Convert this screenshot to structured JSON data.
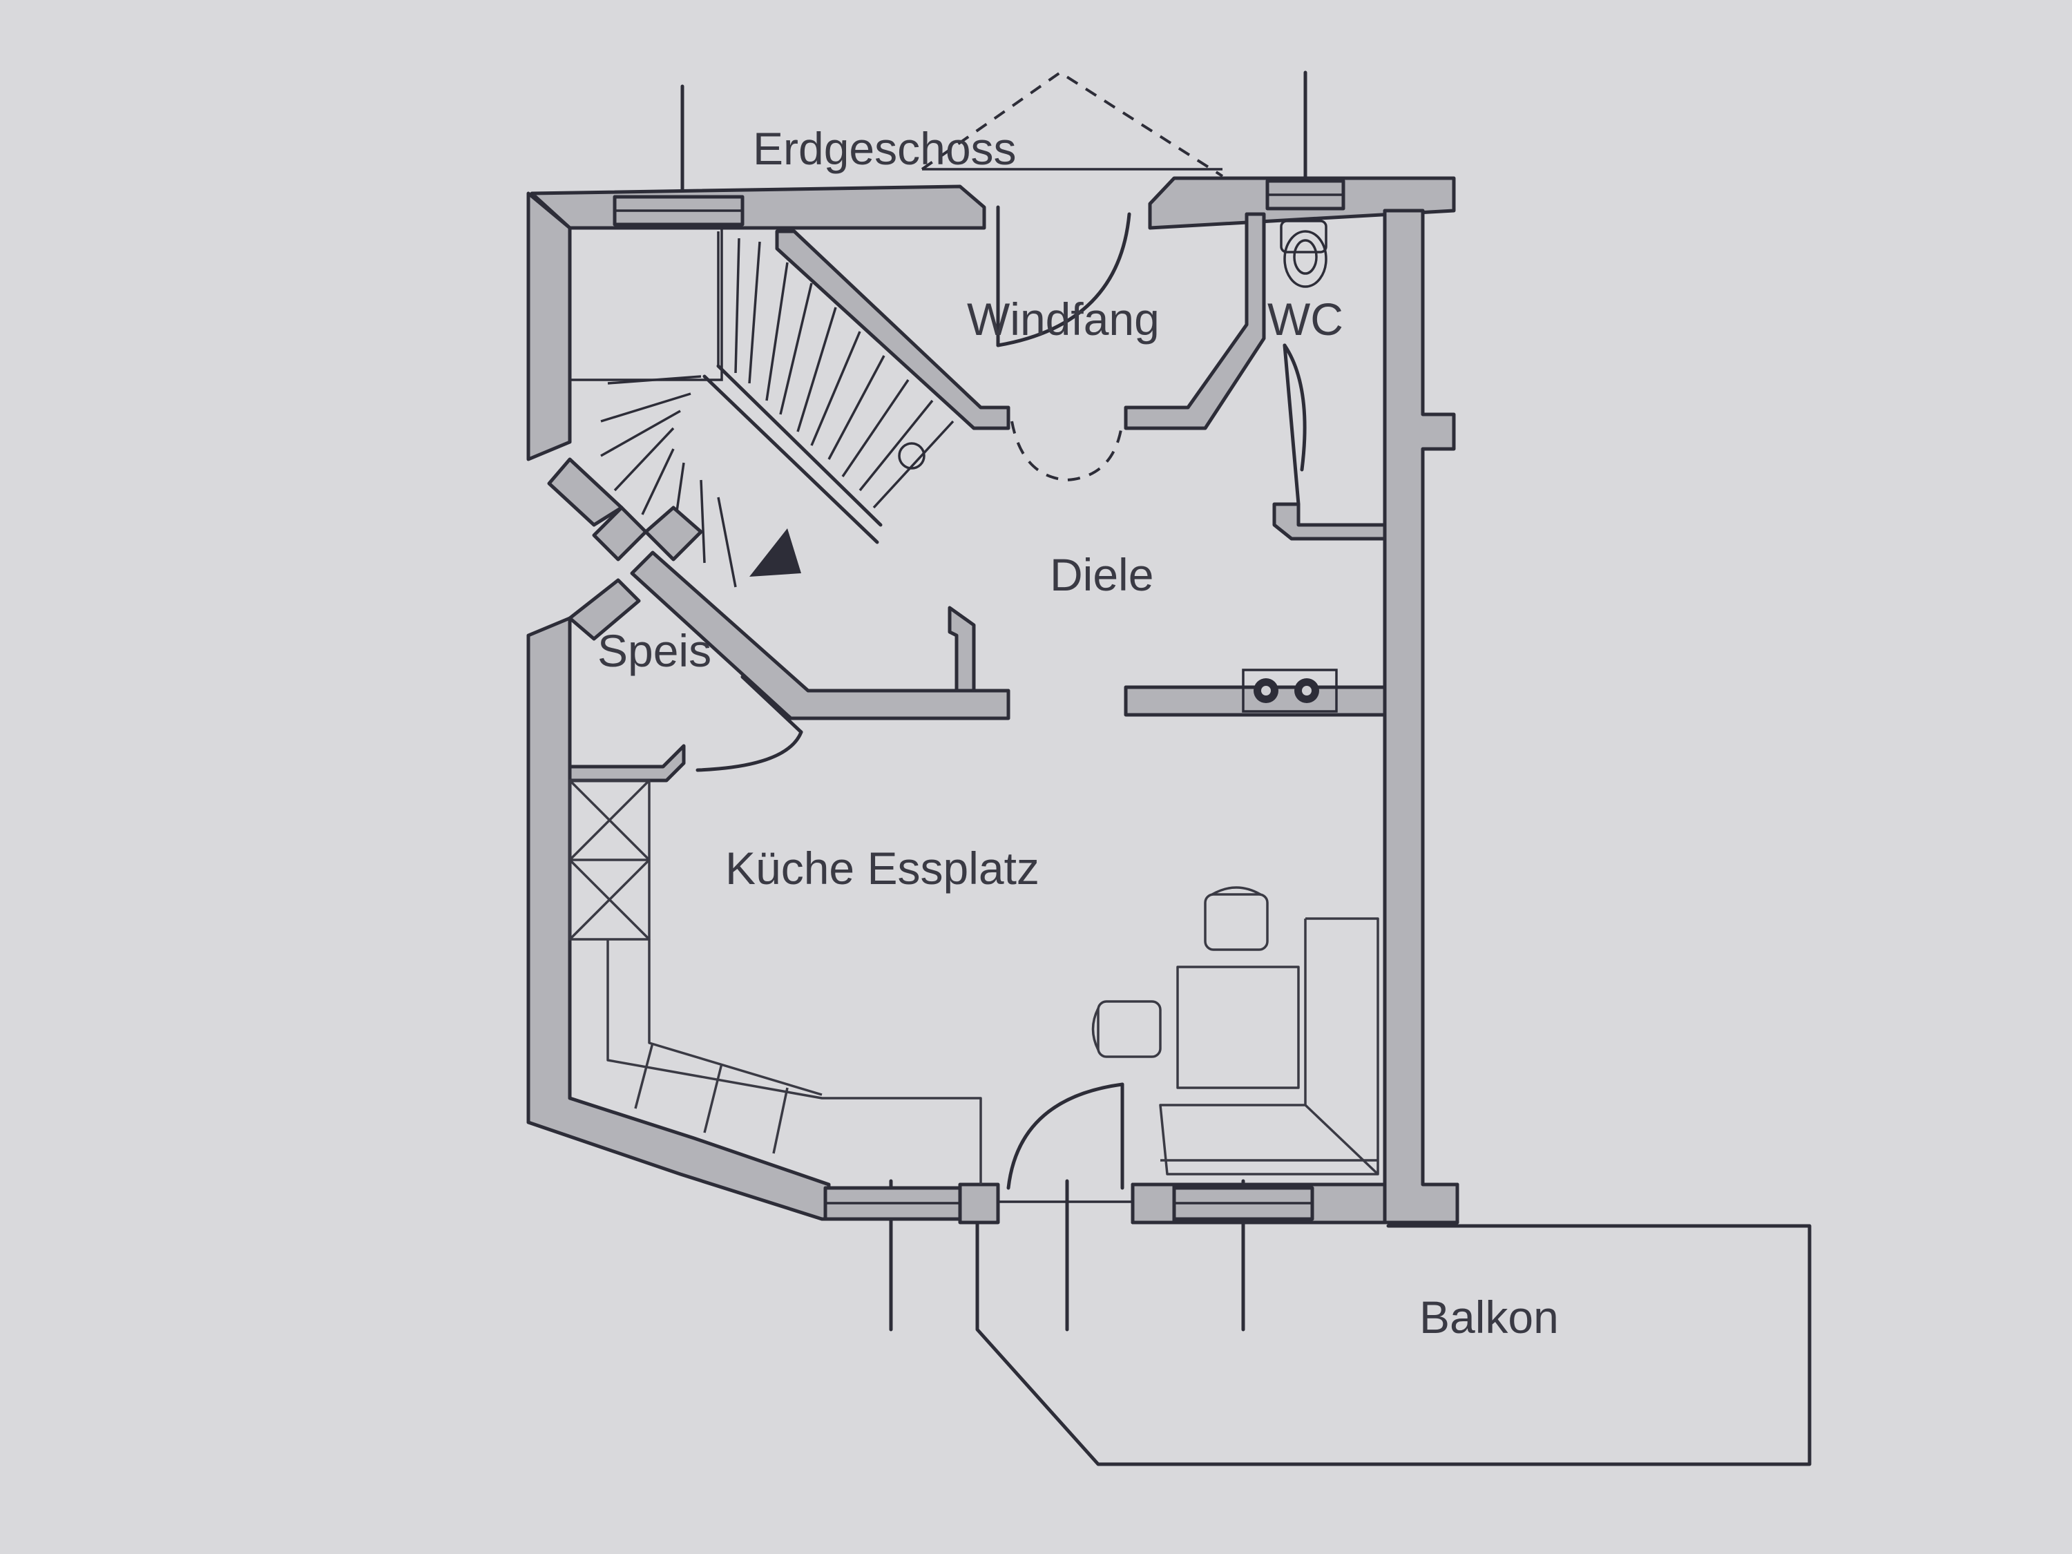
{
  "plan": {
    "floor_title": "Erdgeschoss",
    "rooms": {
      "windfang": "Windfang",
      "wc": "WC",
      "diele": "Diele",
      "speis": "Speis",
      "kueche": "Küche Essplatz",
      "balkon": "Balkon"
    },
    "colors": {
      "background": "#d9d9dc",
      "wall_fill": "#b3b3b8",
      "line": "#2d2d38",
      "text": "#3a3a44"
    }
  }
}
